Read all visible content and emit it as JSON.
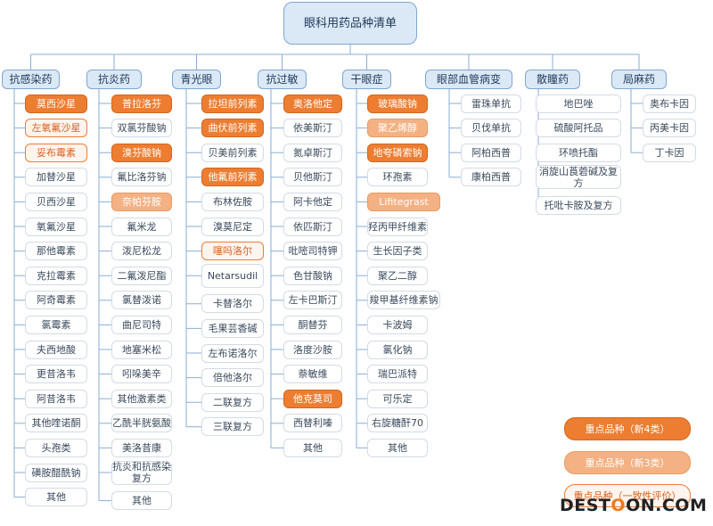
{
  "title": "眼科用药品种清单",
  "categories": [
    {
      "name": "抗感染药",
      "items": [
        {
          "label": "莫西沙星",
          "style": "solid"
        },
        {
          "label": "左氧氟沙星",
          "style": "outline"
        },
        {
          "label": "妥布霉素",
          "style": "outline"
        },
        {
          "label": "加替沙星",
          "style": "plain"
        },
        {
          "label": "贝西沙星",
          "style": "plain"
        },
        {
          "label": "氧氟沙星",
          "style": "plain"
        },
        {
          "label": "那他霉素",
          "style": "plain"
        },
        {
          "label": "克拉霉素",
          "style": "plain"
        },
        {
          "label": "阿奇霉素",
          "style": "plain"
        },
        {
          "label": "氯霉素",
          "style": "plain"
        },
        {
          "label": "夫西地酸",
          "style": "plain"
        },
        {
          "label": "更昔洛韦",
          "style": "plain"
        },
        {
          "label": "阿昔洛韦",
          "style": "plain"
        },
        {
          "label": "其他喹诺酮",
          "style": "plain"
        },
        {
          "label": "头孢类",
          "style": "plain"
        },
        {
          "label": "磺胺醋酰钠",
          "style": "plain"
        },
        {
          "label": "其他",
          "style": "plain"
        }
      ]
    },
    {
      "name": "抗炎药",
      "items": [
        {
          "label": "普拉洛芬",
          "style": "solid"
        },
        {
          "label": "双氯芬酸钠",
          "style": "plain"
        },
        {
          "label": "溴芬酸钠",
          "style": "solid"
        },
        {
          "label": "氟比洛芬钠",
          "style": "plain"
        },
        {
          "label": "奈帕芬胺",
          "style": "light"
        },
        {
          "label": "氟米龙",
          "style": "plain"
        },
        {
          "label": "泼尼松龙",
          "style": "plain"
        },
        {
          "label": "二氟泼尼酯",
          "style": "plain"
        },
        {
          "label": "氯替泼诺",
          "style": "plain"
        },
        {
          "label": "曲尼司特",
          "style": "plain"
        },
        {
          "label": "地塞米松",
          "style": "plain"
        },
        {
          "label": "吲哚美辛",
          "style": "plain"
        },
        {
          "label": "其他激素类",
          "style": "plain"
        },
        {
          "label": "乙酰半胱氨酸",
          "style": "plain"
        },
        {
          "label": "美洛昔康",
          "style": "plain"
        },
        {
          "label": "抗炎和抗感染复方",
          "style": "plain"
        },
        {
          "label": "其他",
          "style": "plain"
        }
      ]
    },
    {
      "name": "青光眼",
      "items": [
        {
          "label": "拉坦前列素",
          "style": "solid"
        },
        {
          "label": "曲伏前列素",
          "style": "solid"
        },
        {
          "label": "贝美前列素",
          "style": "plain"
        },
        {
          "label": "他氟前列素",
          "style": "solid"
        },
        {
          "label": "布林佐胺",
          "style": "plain"
        },
        {
          "label": "溴莫尼定",
          "style": "plain"
        },
        {
          "label": "噻吗洛尔",
          "style": "outline"
        },
        {
          "label": "Netarsudil",
          "style": "plain"
        },
        {
          "label": "卡替洛尔",
          "style": "plain"
        },
        {
          "label": "毛果芸香碱",
          "style": "plain"
        },
        {
          "label": "左布诺洛尔",
          "style": "plain"
        },
        {
          "label": "倍他洛尔",
          "style": "plain"
        },
        {
          "label": "二联复方",
          "style": "plain"
        },
        {
          "label": "三联复方",
          "style": "plain"
        }
      ]
    },
    {
      "name": "抗过敏",
      "items": [
        {
          "label": "奥洛他定",
          "style": "solid"
        },
        {
          "label": "依美斯汀",
          "style": "plain"
        },
        {
          "label": "氮卓斯汀",
          "style": "plain"
        },
        {
          "label": "贝他斯汀",
          "style": "plain"
        },
        {
          "label": "阿卡他定",
          "style": "plain"
        },
        {
          "label": "依匹斯汀",
          "style": "plain"
        },
        {
          "label": "吡嘧司特钾",
          "style": "plain"
        },
        {
          "label": "色甘酸钠",
          "style": "plain"
        },
        {
          "label": "左卡巴斯汀",
          "style": "plain"
        },
        {
          "label": "酮替芬",
          "style": "plain"
        },
        {
          "label": "洛度沙胺",
          "style": "plain"
        },
        {
          "label": "萘敏维",
          "style": "plain"
        },
        {
          "label": "他克莫司",
          "style": "solid"
        },
        {
          "label": "西替利嗪",
          "style": "plain"
        },
        {
          "label": "其他",
          "style": "plain"
        }
      ]
    },
    {
      "name": "干眼症",
      "items": [
        {
          "label": "玻璃酸钠",
          "style": "solid"
        },
        {
          "label": "聚乙烯醇",
          "style": "light"
        },
        {
          "label": "地夸磷索钠",
          "style": "solid"
        },
        {
          "label": "环孢素",
          "style": "plain"
        },
        {
          "label": "Lifitegrast",
          "style": "light"
        },
        {
          "label": "羟丙甲纤维素",
          "style": "plain"
        },
        {
          "label": "生长因子类",
          "style": "plain"
        },
        {
          "label": "聚乙二醇",
          "style": "plain"
        },
        {
          "label": "羧甲基纤维素钠",
          "style": "plain"
        },
        {
          "label": "卡波姆",
          "style": "plain"
        },
        {
          "label": "氯化钠",
          "style": "plain"
        },
        {
          "label": "瑞巴派特",
          "style": "plain"
        },
        {
          "label": "可乐定",
          "style": "plain"
        },
        {
          "label": "右旋糖酐70",
          "style": "plain"
        },
        {
          "label": "其他",
          "style": "plain"
        }
      ]
    },
    {
      "name": "眼部血管病变",
      "items": [
        {
          "label": "雷珠单抗",
          "style": "plain"
        },
        {
          "label": "贝伐单抗",
          "style": "plain"
        },
        {
          "label": "阿柏西普",
          "style": "plain"
        },
        {
          "label": "康柏西普",
          "style": "plain"
        }
      ]
    },
    {
      "name": "散瞳药",
      "items": [
        {
          "label": "地巴唑",
          "style": "plain"
        },
        {
          "label": "硫酸阿托品",
          "style": "plain"
        },
        {
          "label": "环喷托酯",
          "style": "plain"
        },
        {
          "label": "消旋山莨菪碱及复方",
          "style": "plain"
        },
        {
          "label": "托吡卡胺及复方",
          "style": "plain"
        }
      ]
    },
    {
      "name": "局麻药",
      "items": [
        {
          "label": "奥布卡因",
          "style": "plain"
        },
        {
          "label": "丙美卡因",
          "style": "plain"
        },
        {
          "label": "丁卡因",
          "style": "plain"
        }
      ]
    }
  ],
  "legend": [
    {
      "label": "重点品种（新4类）",
      "style": "solid"
    },
    {
      "label": "重点品种（新3类）",
      "style": "light"
    },
    {
      "label": "重点品种（一致性评价）",
      "style": "outline"
    }
  ],
  "watermark": {
    "a": "DEST",
    "b": "O",
    "c": "ON",
    "d": ".COM"
  }
}
